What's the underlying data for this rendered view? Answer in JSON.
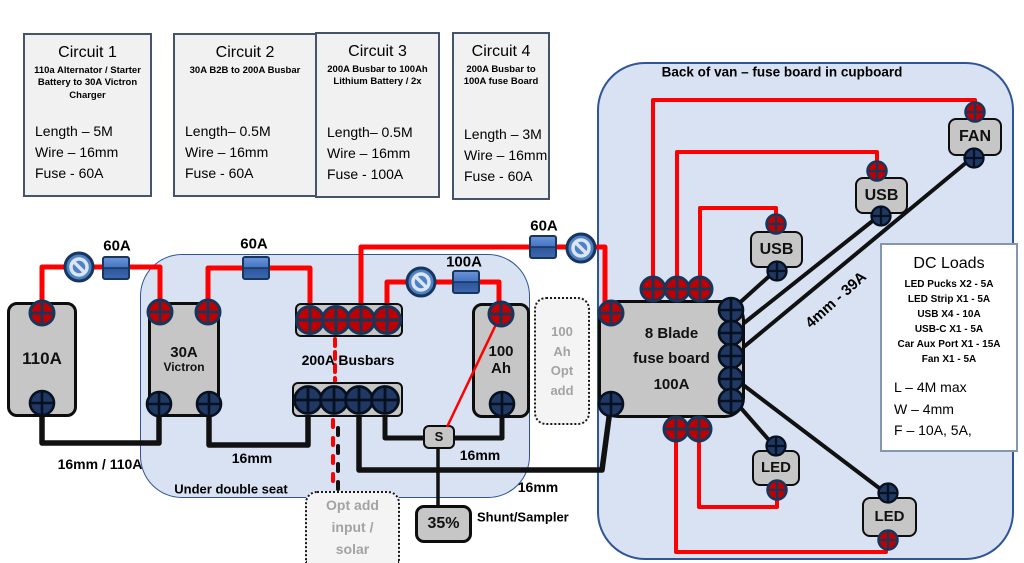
{
  "circuits": [
    {
      "title": "Circuit 1",
      "subtitle": "110a Alternator / Starter Battery to 30A Victron Charger",
      "length": "Length – 5M",
      "wire": "Wire – 16mm",
      "fuse": "Fuse - 60A"
    },
    {
      "title": "Circuit 2",
      "subtitle": "30A B2B to 200A Busbar",
      "length": "Length– 0.5M",
      "wire": "Wire – 16mm",
      "fuse": "Fuse - 60A"
    },
    {
      "title": "Circuit 3",
      "subtitle": "200A Busbar to 100Ah Lithium Battery / 2x",
      "length": "Length– 0.5M",
      "wire": "Wire – 16mm",
      "fuse": "Fuse - 100A"
    },
    {
      "title": "Circuit 4",
      "subtitle": "200A Busbar to 100A fuse Board",
      "length": "Length – 3M",
      "wire": "Wire – 16mm",
      "fuse": "Fuse - 60A"
    }
  ],
  "regions": {
    "seat_label": "Under double seat",
    "van_label": "Back of van – fuse board in cupboard"
  },
  "components": {
    "battery110": "110A",
    "victron": [
      "30A",
      "Victron"
    ],
    "busbars_label": "200A Busbars",
    "battery100": [
      "100",
      "Ah"
    ],
    "fuseboard": [
      "8 Blade",
      "fuse board",
      "100A"
    ],
    "fan": "FAN",
    "usb_upper": "USB",
    "usb_lower": "USB",
    "led_left": "LED",
    "led_right": "LED",
    "shunt_s": "S",
    "shunt_pct": "35%",
    "shunt_label": "Shunt/Sampler"
  },
  "optional": {
    "battery_lines": [
      "100",
      "Ah",
      "Opt",
      "add"
    ],
    "solar_lines": [
      "Opt add",
      "input /",
      "solar"
    ]
  },
  "wire_labels": {
    "fuse_110_victron": "60A",
    "fuse_victron_busbar": "60A",
    "fuse_busbar_battery": "100A",
    "fuse_busbar_board": "60A",
    "wire_110": "16mm / 110A",
    "wire_victron": "16mm",
    "wire_shunt": "16mm",
    "wire_board": "16mm",
    "feed_bundle": "4mm - 39A"
  },
  "dc_loads": {
    "title": "DC Loads",
    "items": [
      "LED Pucks X2 - 5A",
      "LED Strip X1 - 5A",
      "USB X4 - 10A",
      "USB-C X1 - 5A",
      "Car Aux Port X1 - 15A",
      "Fan X1 - 5A"
    ],
    "specs": [
      "L – 4M max",
      "W – 4mm",
      "F – 10A, 5A,"
    ]
  },
  "colors": {
    "wire_positive": "#ff0000",
    "wire_negative": "#111111",
    "terminal_positive": "#c00000",
    "terminal_negative": "#1f3864",
    "fuse_fill": "#4472c4",
    "region_fill": "#d9e2f3",
    "region_border": "#2f5597"
  }
}
